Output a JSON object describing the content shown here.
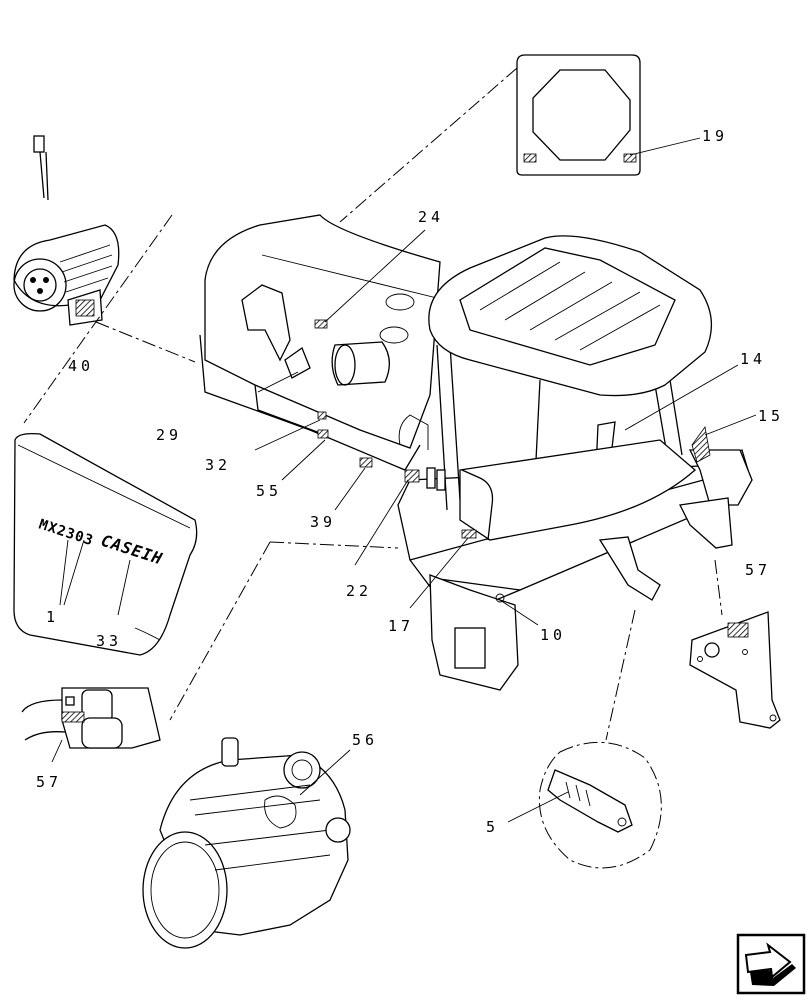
{
  "callouts": [
    {
      "id": "c1",
      "label": "1"
    },
    {
      "id": "c5",
      "label": "5"
    },
    {
      "id": "c10",
      "label": "10"
    },
    {
      "id": "c14",
      "label": "14"
    },
    {
      "id": "c15",
      "label": "15"
    },
    {
      "id": "c17",
      "label": "17"
    },
    {
      "id": "c19",
      "label": "19"
    },
    {
      "id": "c22",
      "label": "22"
    },
    {
      "id": "c24",
      "label": "24"
    },
    {
      "id": "c29",
      "label": "29"
    },
    {
      "id": "c32",
      "label": "32"
    },
    {
      "id": "c33",
      "label": "33"
    },
    {
      "id": "c39",
      "label": "39"
    },
    {
      "id": "c40",
      "label": "40"
    },
    {
      "id": "c55",
      "label": "55"
    },
    {
      "id": "c56",
      "label": "56"
    },
    {
      "id": "c57a",
      "label": "57"
    },
    {
      "id": "c57b",
      "label": "57"
    }
  ],
  "decal_text": {
    "model": "MX2303",
    "brand": "CASEIH"
  },
  "nav_icon": "next-page-arrow-icon"
}
